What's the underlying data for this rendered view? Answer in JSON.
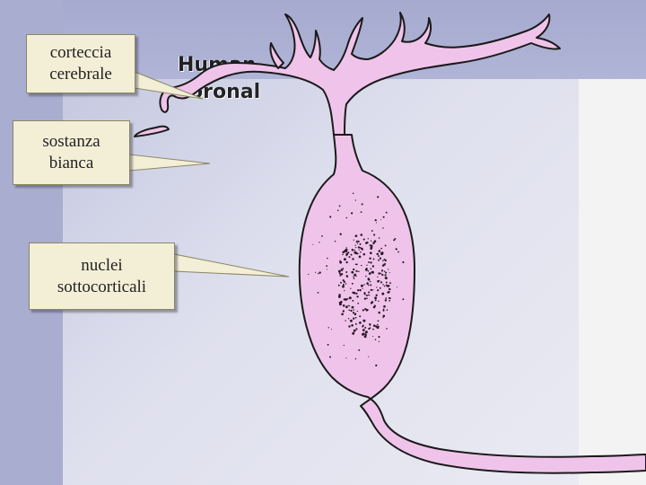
{
  "overlay_text": {
    "line1": "Human",
    "line2": "coronal"
  },
  "callouts": [
    {
      "id": "corteccia",
      "line1": "corteccia",
      "line2": "cerebrale"
    },
    {
      "id": "sostanza",
      "line1": "sostanza",
      "line2": "bianca"
    },
    {
      "id": "nuclei",
      "line1": "nuclei",
      "line2": "sottocorticali"
    }
  ],
  "colors": {
    "neuron_fill": "#f0c4ea",
    "neuron_outline": "#1a1a1a",
    "callout_fill": "#f3efd7",
    "background": "#a9add0"
  }
}
